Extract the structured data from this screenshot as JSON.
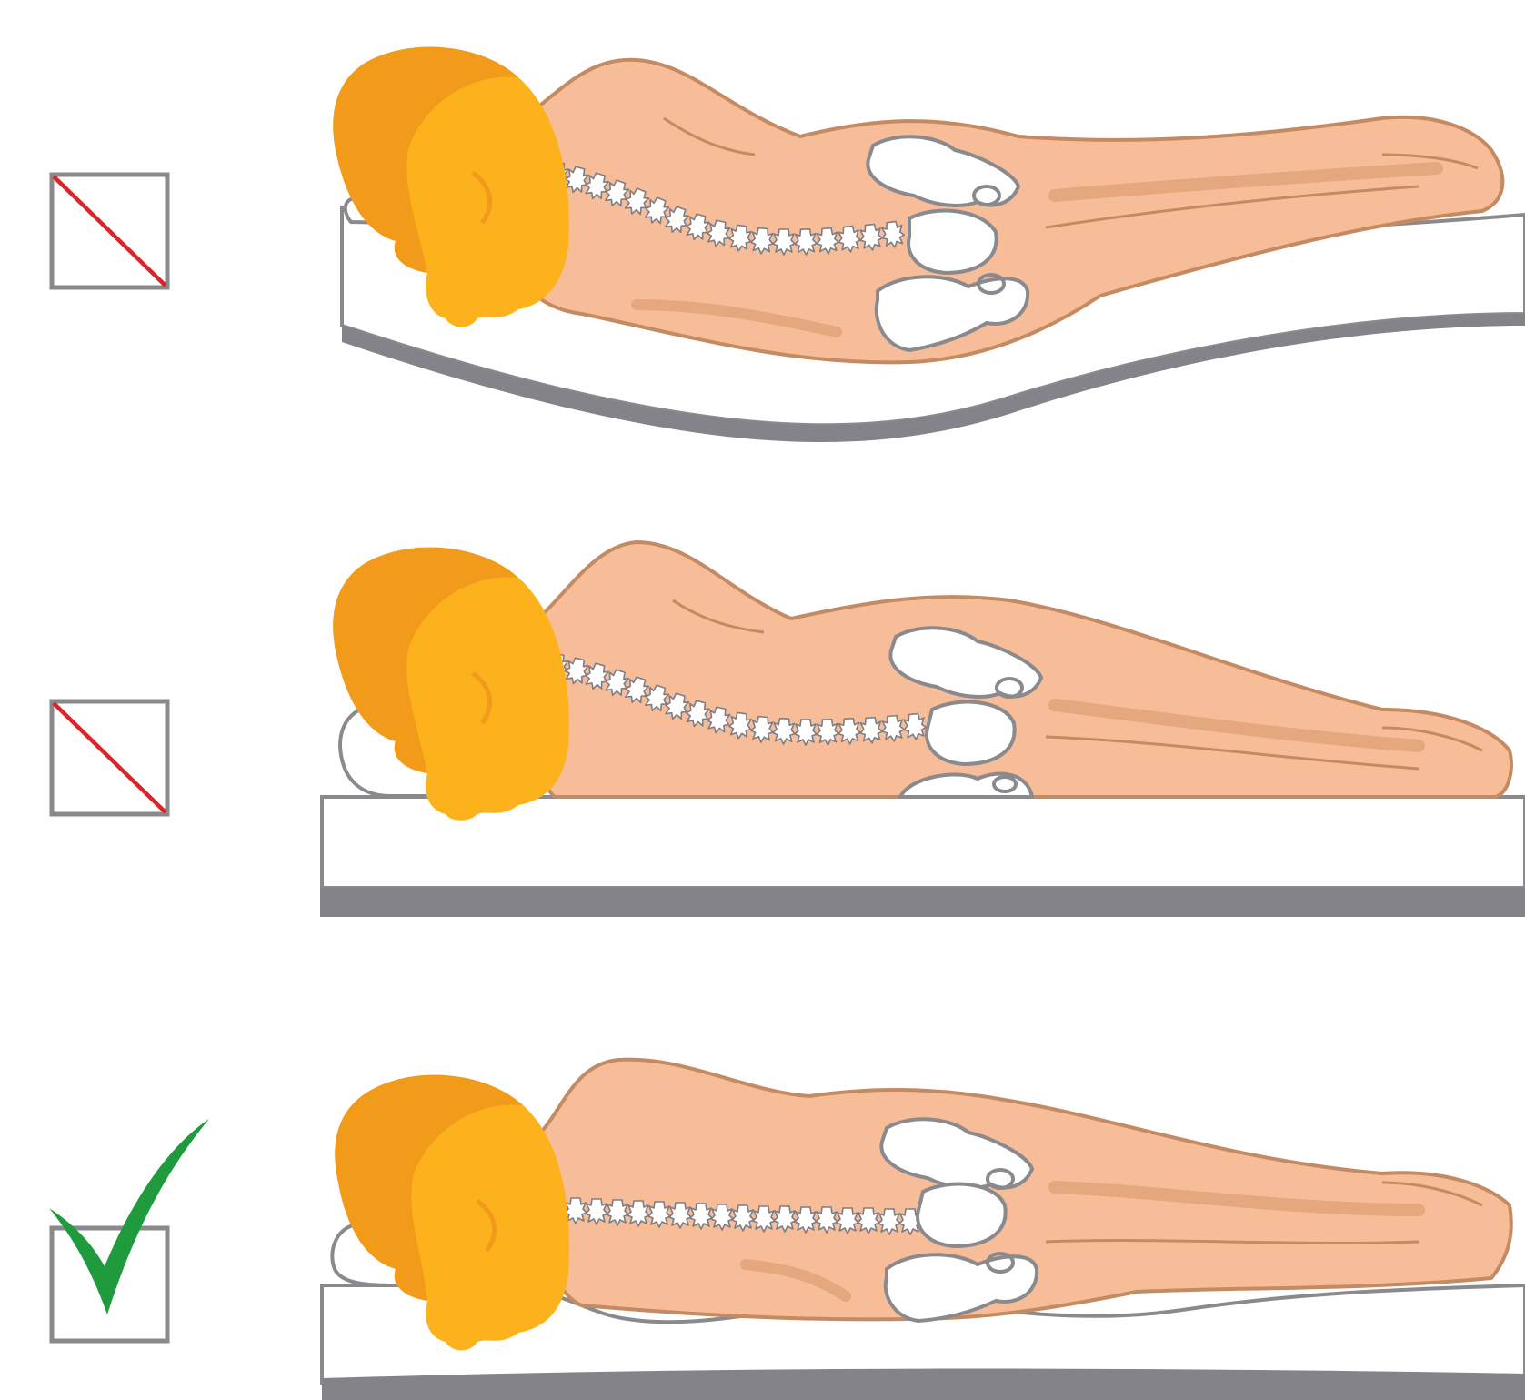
{
  "colors": {
    "background": "#ffffff",
    "skin": "#f6bd98",
    "skin_shade": "#e4a77e",
    "body_outline": "#c48a62",
    "hair_light": "#fbb21c",
    "hair_dark": "#f29a1a",
    "bone": "#ffffff",
    "bone_outline": "#8a8a8e",
    "mattress": "#ffffff",
    "mattress_outline": "#8a8a8e",
    "mattress_base": "#838389",
    "checkbox_border": "#8a8a8e",
    "wrong_mark": "#d9262b",
    "correct_mark": "#1f9a3c"
  },
  "panels": [
    {
      "id": "mattress-too-soft",
      "mattress_type": "soft-sagging",
      "spine_shape": "sagging-curve",
      "verdict": "wrong",
      "mark_icon": "red-slash-icon"
    },
    {
      "id": "mattress-too-hard",
      "mattress_type": "hard-flat",
      "spine_shape": "bent-curve",
      "verdict": "wrong",
      "mark_icon": "red-slash-icon"
    },
    {
      "id": "mattress-correct",
      "mattress_type": "contouring",
      "spine_shape": "straight",
      "verdict": "correct",
      "mark_icon": "green-checkmark-icon"
    }
  ]
}
